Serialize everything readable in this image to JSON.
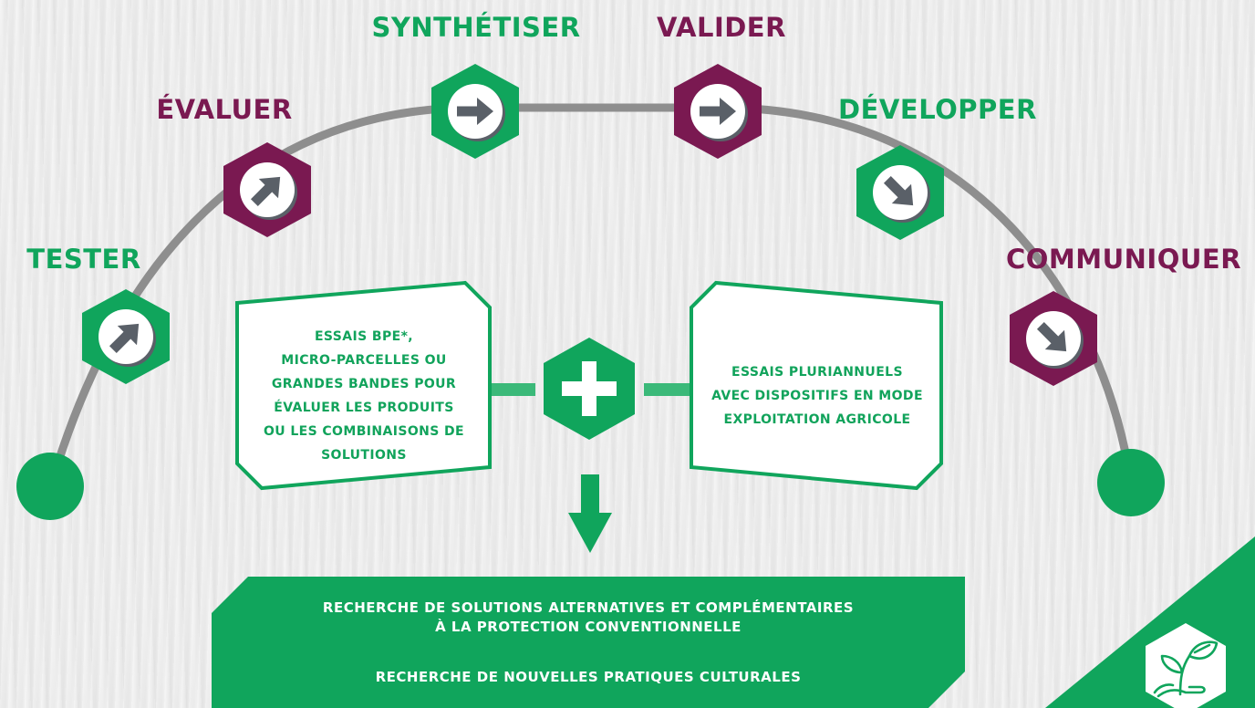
{
  "colors": {
    "green": "#10a55c",
    "purple": "#7a1951",
    "arc": "#8e8e8e",
    "arrow_circle": "#ffffff",
    "arrow": "#5a6068"
  },
  "steps": [
    {
      "label": "TESTER",
      "color": "green",
      "arrow": "up-right"
    },
    {
      "label": "ÉVALUER",
      "color": "purple",
      "arrow": "up-right"
    },
    {
      "label": "SYNTHÉTISER",
      "color": "green",
      "arrow": "right"
    },
    {
      "label": "VALIDER",
      "color": "purple",
      "arrow": "right"
    },
    {
      "label": "DÉVELOPPER",
      "color": "green",
      "arrow": "down-right"
    },
    {
      "label": "COMMUNIQUER",
      "color": "purple",
      "arrow": "down-right"
    }
  ],
  "box_left": {
    "lines": [
      "ESSAIS BPE*,",
      "MICRO-PARCELLES OU",
      "GRANDES BANDES POUR",
      "ÉVALUER LES PRODUITS",
      "OU LES COMBINAISONS DE",
      "SOLUTIONS"
    ]
  },
  "box_right": {
    "lines": [
      "ESSAIS PLURIANNUELS",
      "AVEC DISPOSITIFS EN MODE",
      "EXPLOITATION AGRICOLE"
    ]
  },
  "center_icon": "plus-icon",
  "down_arrow_icon": "arrow-down-icon",
  "banner": {
    "line1": "RECHERCHE DE SOLUTIONS ALTERNATIVES ET COMPLÉMENTAIRES",
    "line2": "À LA PROTECTION CONVENTIONNELLE",
    "line3": "RECHERCHE DE NOUVELLES PRATIQUES CULTURALES"
  },
  "corner_icon": "plant-hand-icon"
}
